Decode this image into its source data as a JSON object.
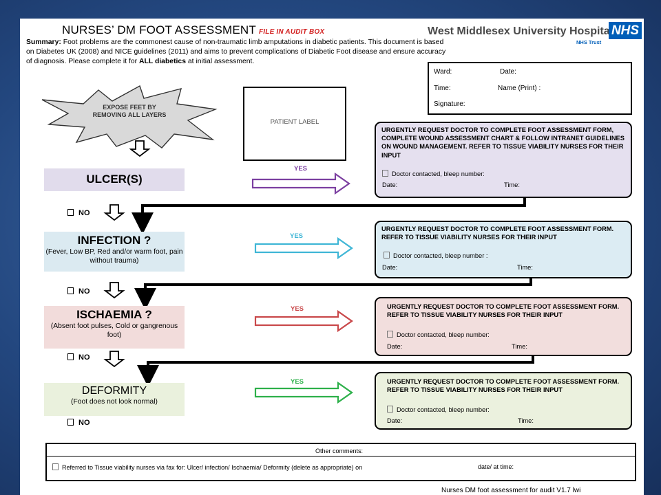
{
  "form": {
    "title": "NURSES’ DM FOOT ASSESSMENT",
    "audit_tag": "FILE IN AUDIT BOX",
    "summary_label": "Summary:",
    "summary_text": "Foot problems are the commonest cause of non-traumatic limb amputations in diabetic patients. This document is based on Diabetes UK (2008) and NICE guidelines (2011) and aims to prevent complications of Diabetic Foot disease and ensure accuracy of diagnosis. Please complete it for",
    "summary_bold": "ALL diabetics",
    "summary_end": "at initial assessment.",
    "hospital_name": "West Middlesex University Hospital",
    "nhs_logo": "NHS",
    "nhs_trust": "NHS Trust",
    "footer": "Nurses DM foot assessment for audit V1.7 lwi"
  },
  "ward_box": {
    "ward": "Ward:",
    "date": "Date:",
    "time": "Time:",
    "name": "Name (Print) :",
    "signature": "Signature:"
  },
  "patient_label": "PATIENT LABEL",
  "star_text": "EXPOSE FEET BY REMOVING ALL LAYERS",
  "steps": [
    {
      "title": "ULCER(S)",
      "subtitle": "",
      "yes": "YES",
      "no": "NO",
      "action": "URGENTLY REQUEST DOCTOR TO COMPLETE FOOT ASSESSMENT FORM, COMPLETE WOUND ASSESSMENT CHART & FOLLOW INTRANET GUIDELINES ON WOUND MANAGEMENT. REFER TO TISSUE VIABILITY NURSES FOR THEIR INPUT",
      "contact": "Doctor contacted, bleep number:",
      "date": "Date:",
      "time": "Time:"
    },
    {
      "title": "INFECTION ?",
      "subtitle": "(Fever, Low BP, Red and/or warm foot, pain without trauma)",
      "yes": "YES",
      "no": "NO",
      "action": "URGENTLY REQUEST DOCTOR TO COMPLETE FOOT ASSESSMENT FORM. REFER TO TISSUE VIABILITY NURSES FOR THEIR INPUT",
      "contact": "Doctor contacted, bleep number :",
      "date": "Date:",
      "time": "Time:"
    },
    {
      "title": "ISCHAEMIA ?",
      "subtitle": "(Absent foot pulses, Cold or gangrenous foot)",
      "yes": "YES",
      "no": "NO",
      "action": "URGENTLY REQUEST DOCTOR TO COMPLETE FOOT ASSESSMENT FORM. REFER TO TISSUE VIABILITY NURSES FOR THEIR INPUT",
      "contact": "Doctor contacted, bleep number:",
      "date": "Date:",
      "time": "Time:"
    },
    {
      "title": "DEFORMITY",
      "subtitle": "(Foot does not look normal)",
      "yes": "YES",
      "no": "NO",
      "action": "URGENTLY REQUEST DOCTOR TO COMPLETE FOOT ASSESSMENT FORM. REFER TO TISSUE VIABILITY NURSES FOR THEIR INPUT",
      "contact": "Doctor contacted, bleep number:",
      "date": "Date:",
      "time": "Time:"
    }
  ],
  "comments": {
    "title": "Other comments:",
    "referral": "Referred to Tissue viability nurses via fax for: Ulcer/ infection/ Ischaemia/ Deformity (delete as appropriate) on",
    "datetime": "date/ at time:"
  },
  "colors": {
    "ulcer": "#7b3fa0",
    "infection": "#3fb6d6",
    "ischaemia": "#c9484a",
    "deformity": "#2db04a"
  }
}
